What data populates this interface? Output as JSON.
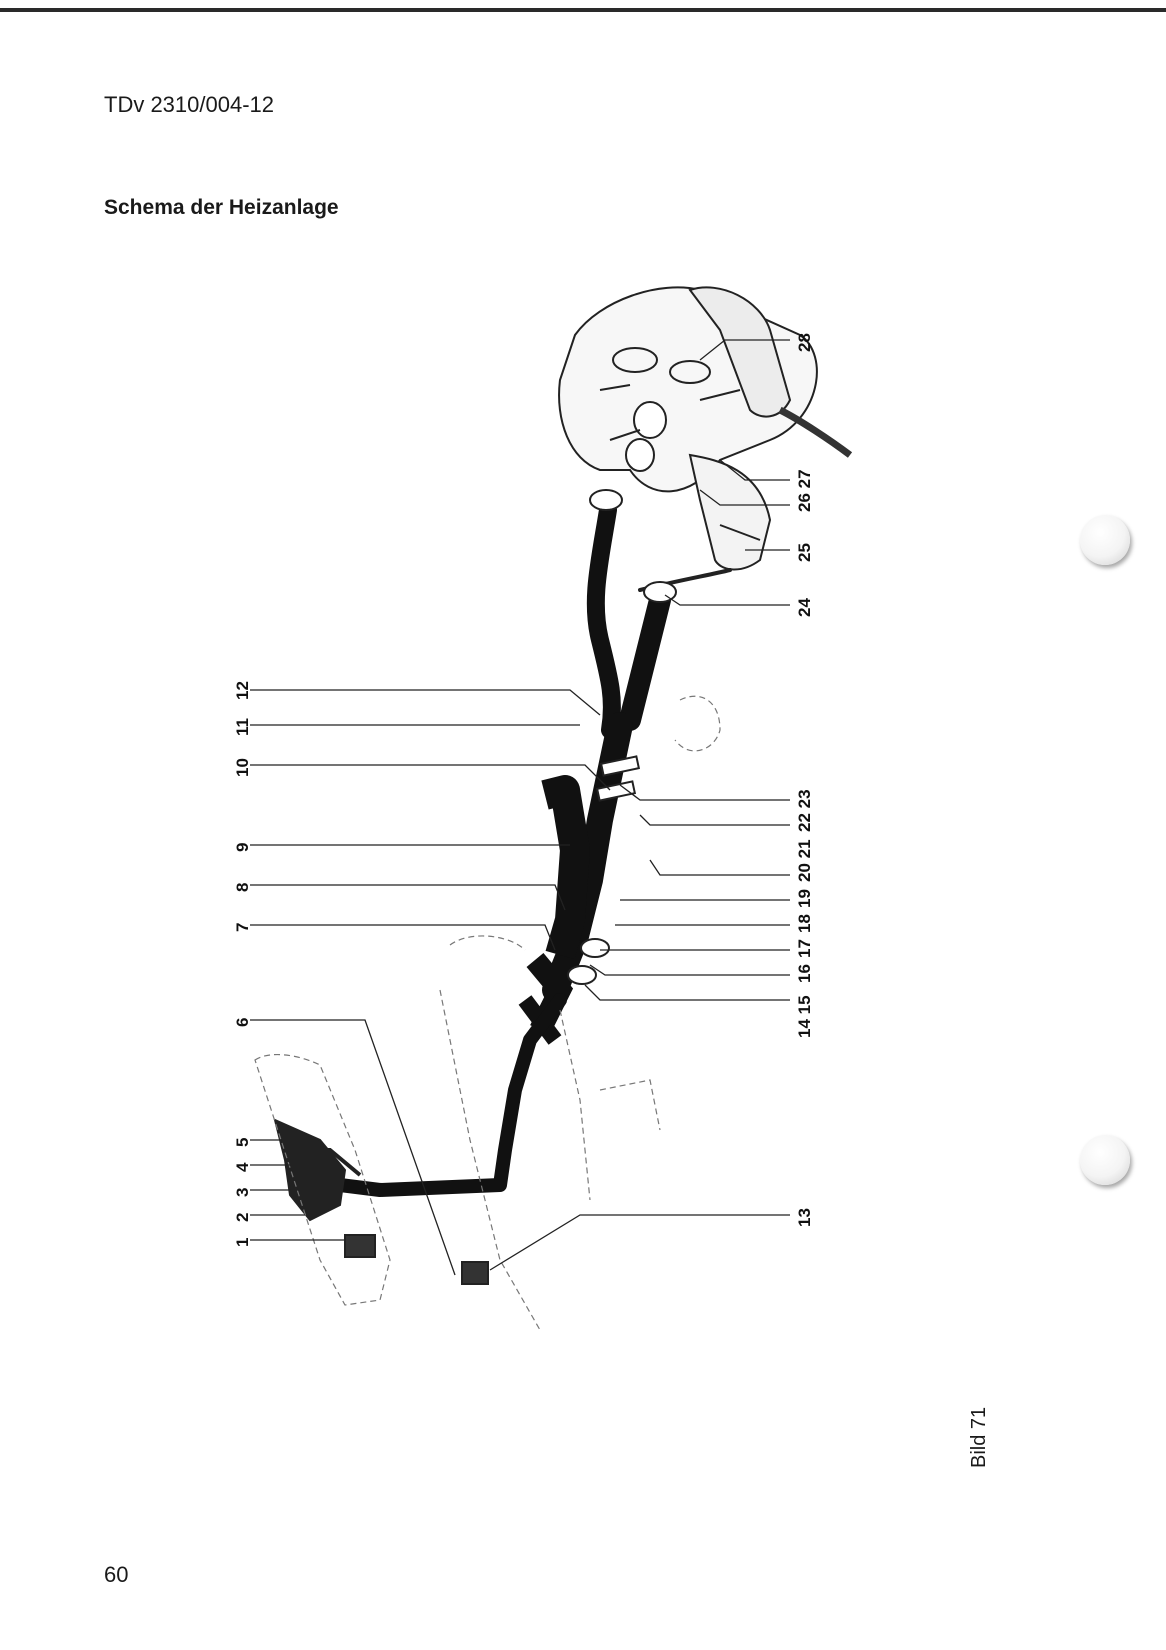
{
  "header": {
    "doc_id": "TDv 2310/004-12",
    "title": "Schema der Heizanlage"
  },
  "figure": {
    "label": "Bild 71",
    "callouts_left": [
      {
        "id": "12",
        "text": "12"
      },
      {
        "id": "11",
        "text": "11"
      },
      {
        "id": "10",
        "text": "10"
      },
      {
        "id": "9",
        "text": "9"
      },
      {
        "id": "8",
        "text": "8"
      },
      {
        "id": "7",
        "text": "7"
      },
      {
        "id": "6",
        "text": "6"
      },
      {
        "id": "5",
        "text": "5"
      },
      {
        "id": "4",
        "text": "4"
      },
      {
        "id": "3",
        "text": "3"
      },
      {
        "id": "2",
        "text": "2"
      },
      {
        "id": "1",
        "text": "1"
      }
    ],
    "callouts_right": [
      {
        "id": "28",
        "text": "28"
      },
      {
        "id": "26-27",
        "text": "26 27"
      },
      {
        "id": "25",
        "text": "25"
      },
      {
        "id": "24",
        "text": "24"
      },
      {
        "id": "22-23",
        "text": "22 23"
      },
      {
        "id": "20-21",
        "text": "20 21"
      },
      {
        "id": "19",
        "text": "19"
      },
      {
        "id": "18",
        "text": "18"
      },
      {
        "id": "17",
        "text": "17"
      },
      {
        "id": "16",
        "text": "16"
      },
      {
        "id": "14-15",
        "text": "14 15"
      },
      {
        "id": "13",
        "text": "13"
      }
    ]
  },
  "footer": {
    "page_number": "60"
  }
}
